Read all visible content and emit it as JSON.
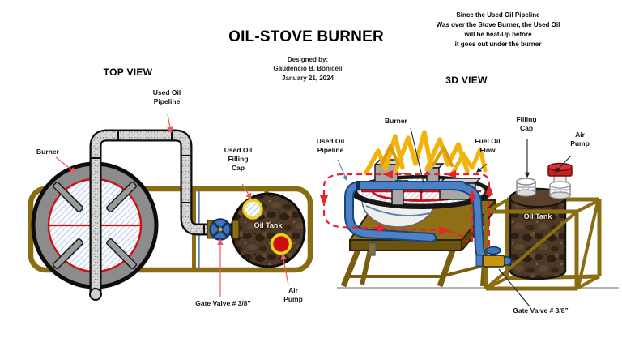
{
  "header": {
    "title": "OIL-STOVE BURNER",
    "designed_by": "Designed by:",
    "author": "Gaudencio B. Boniceli",
    "date": "January 21, 2024",
    "note": "Since the Used Oil Pipeline\nWas over the Stove Burner, the Used Oil\nwill be heat-Up before\nit goes out under the burner"
  },
  "top_view": {
    "heading": "TOP VIEW",
    "labels": {
      "burner": "Burner",
      "pipeline": "Used Oil\nPipeline",
      "filling_cap": "Used Oil\nFilling\nCap",
      "gate_valve": "Gate Valve # 3/8”",
      "air_pump": "Air\nPump",
      "tank": "Oil Tank"
    }
  },
  "view_3d": {
    "heading": "3D VIEW",
    "labels": {
      "burner": "Burner",
      "pipeline": "Used Oil\nPipeline",
      "fuel_flow": "Fuel Oil\nFlow",
      "filling_cap": "Filling\nCap",
      "air_pump": "Air\nPump",
      "tank": "Oil Tank",
      "gate_valve": "Gate Valve # 3/8”"
    }
  },
  "colors": {
    "frame_gold": "#8a6d12",
    "pipe_blue": "#4d80c4",
    "flow_red": "#e8242c",
    "flame_yellow": "#f1b40d",
    "tank_brown": "#4d3927",
    "burner_red": "#cc1111",
    "valve_blue": "#3f74bd"
  }
}
